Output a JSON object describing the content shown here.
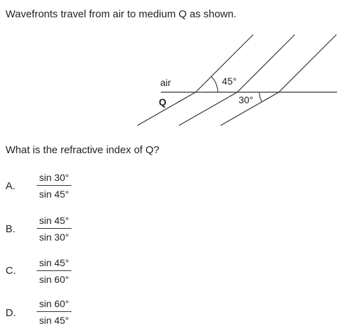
{
  "question": {
    "intro": "Wavefronts travel from air to medium Q as shown.",
    "prompt": "What is the refractive index of Q?"
  },
  "diagram": {
    "label_air": "air",
    "label_q": "Q",
    "angle_incident": "45°",
    "angle_refracted": "30°"
  },
  "options": [
    {
      "letter": "A.",
      "numerator": "sin 30°",
      "denominator": "sin 45°"
    },
    {
      "letter": "B.",
      "numerator": "sin 45°",
      "denominator": "sin 30°"
    },
    {
      "letter": "C.",
      "numerator": "sin 45°",
      "denominator": "sin 60°"
    },
    {
      "letter": "D.",
      "numerator": "sin 60°",
      "denominator": "sin 45°"
    }
  ]
}
